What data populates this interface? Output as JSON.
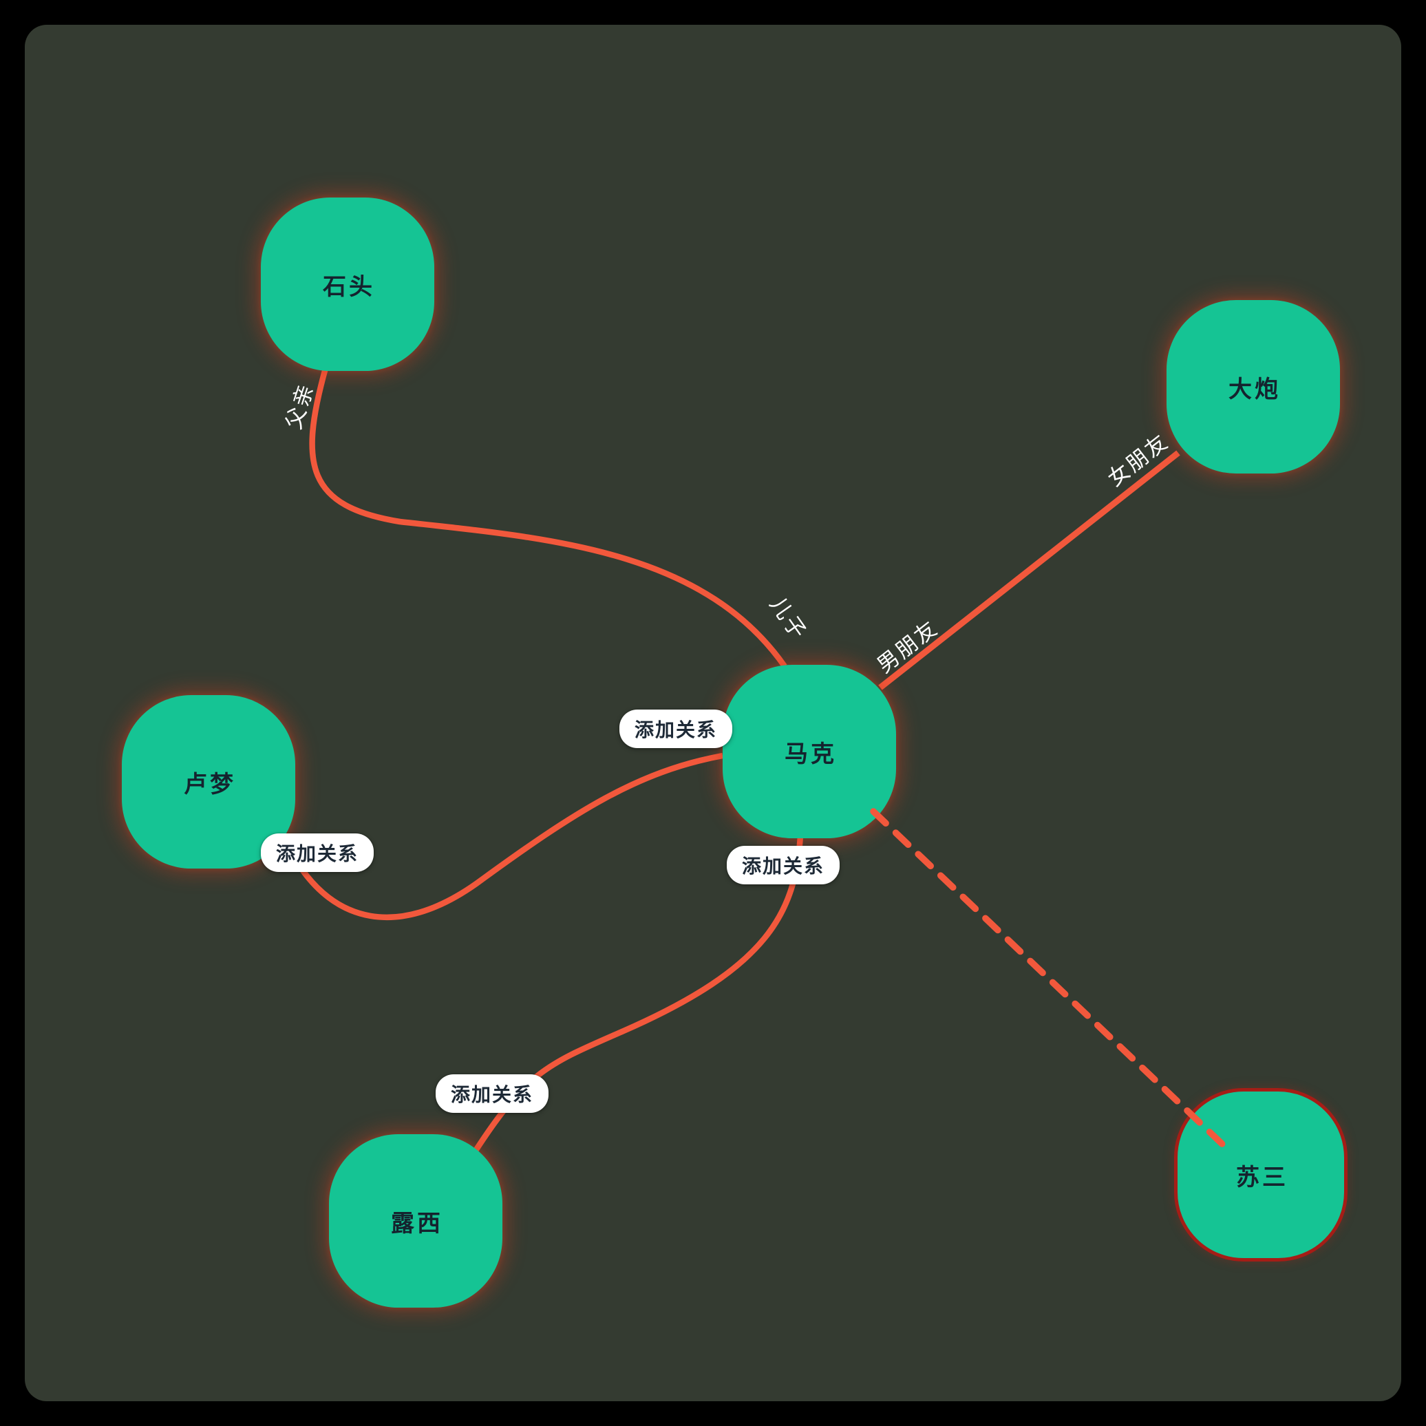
{
  "canvas": {
    "frame_background": "#000000",
    "background": "#343b31"
  },
  "colors": {
    "node_fill": "#15c494",
    "node_text": "#15232e",
    "node_glow": "#d64020",
    "edge": "#f2583c",
    "edge_label_text": "#ffffff",
    "pill_background": "#ffffff",
    "pill_text": "#1d2936",
    "selected_node_border": "#a51d16"
  },
  "nodes": [
    {
      "label": "石头",
      "state": "normal"
    },
    {
      "label": "大炮",
      "state": "normal"
    },
    {
      "label": "马克",
      "state": "normal"
    },
    {
      "label": "卢梦",
      "state": "normal"
    },
    {
      "label": "露西",
      "state": "normal"
    },
    {
      "label": "苏三",
      "state": "selected"
    }
  ],
  "edges": [
    {
      "from": "石头",
      "to": "马克",
      "line": "solid",
      "from_end_label": "父亲",
      "to_end_label": "儿子"
    },
    {
      "from": "大炮",
      "to": "马克",
      "line": "solid",
      "from_end_label": "女朋友",
      "to_end_label": "男朋友"
    },
    {
      "from": "卢梦",
      "to": "马克",
      "line": "solid",
      "pending": true
    },
    {
      "from": "露西",
      "to": "马克",
      "line": "solid",
      "pending": true
    },
    {
      "from": "马克",
      "to": "苏三",
      "line": "dashed"
    }
  ],
  "buttons": {
    "add_relation": "添加关系"
  }
}
